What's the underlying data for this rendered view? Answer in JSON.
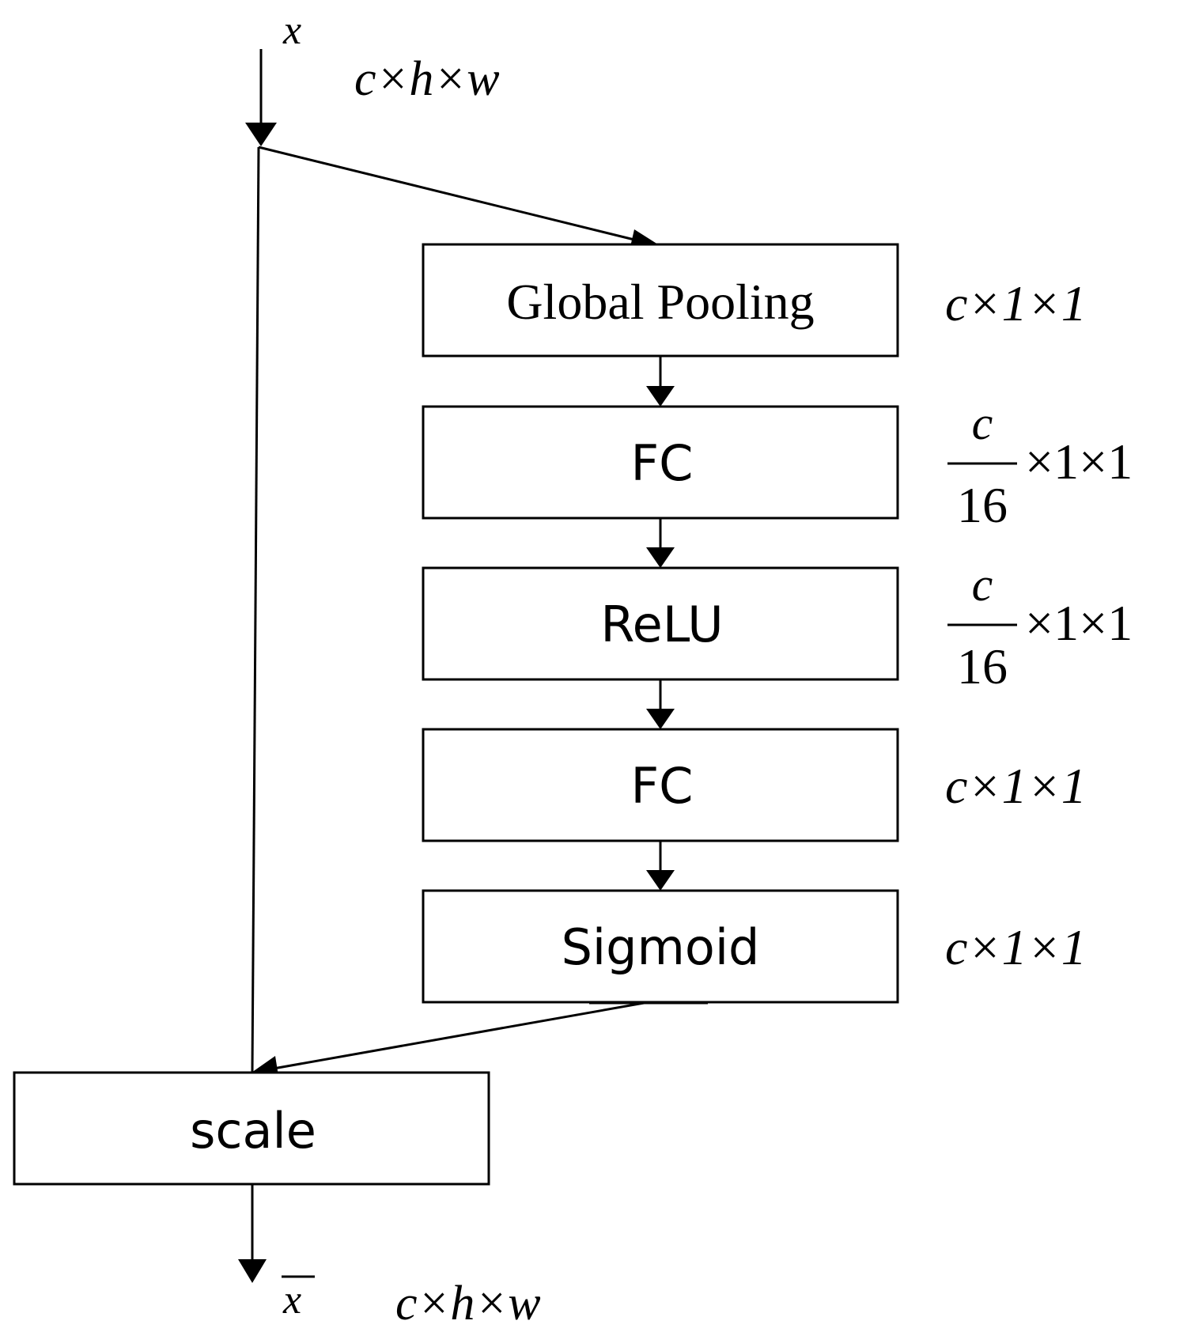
{
  "input": {
    "symbol": "x",
    "shape": "c×h×w"
  },
  "output": {
    "symbol": "x",
    "shape": "c×h×w"
  },
  "blocks": [
    {
      "label": "Global Pooling",
      "dim_numerator": "",
      "dim_denominator": "",
      "dim_rest": "c×1×1"
    },
    {
      "label": "FC",
      "dim_numerator": "c",
      "dim_denominator": "16",
      "dim_rest": "×1×1"
    },
    {
      "label": "ReLU",
      "dim_numerator": "c",
      "dim_denominator": "16",
      "dim_rest": "×1×1"
    },
    {
      "label": "FC",
      "dim_numerator": "",
      "dim_denominator": "",
      "dim_rest": "c×1×1"
    },
    {
      "label": "Sigmoid",
      "dim_numerator": "",
      "dim_denominator": "",
      "dim_rest": "c×1×1"
    }
  ],
  "scale_block": {
    "label": "scale"
  },
  "colors": {
    "stroke": "#000000",
    "background": "#ffffff"
  }
}
